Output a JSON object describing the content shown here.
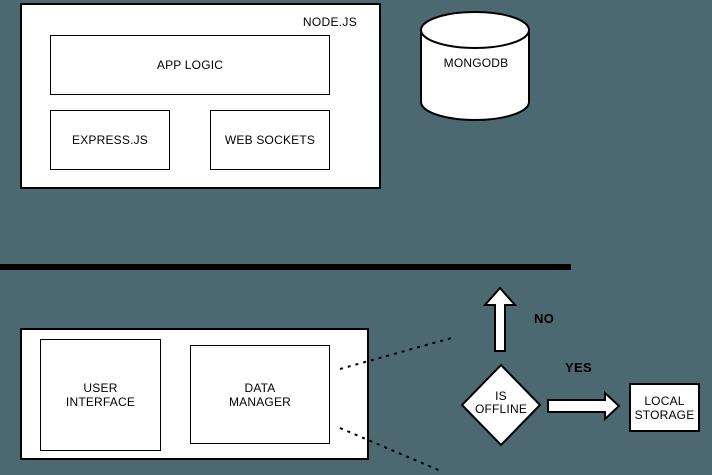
{
  "colors": {
    "background": "#4c6871",
    "shape_fill": "#ffffff",
    "stroke": "#000000"
  },
  "server": {
    "container_label": "NODE.JS",
    "app_logic_label": "APP LOGIC",
    "express_label": "EXPRESS.JS",
    "web_sockets_label": "WEB SOCKETS"
  },
  "database": {
    "label": "MONGODB"
  },
  "client": {
    "user_interface": {
      "line1": "USER",
      "line2": "INTERFACE"
    },
    "data_manager": {
      "line1": "DATA",
      "line2": "MANAGER"
    }
  },
  "flow": {
    "decision": {
      "line1": "IS",
      "line2": "OFFLINE"
    },
    "no_label": "NO",
    "yes_label": "YES",
    "local_storage": {
      "line1": "LOCAL",
      "line2": "STORAGE"
    }
  }
}
